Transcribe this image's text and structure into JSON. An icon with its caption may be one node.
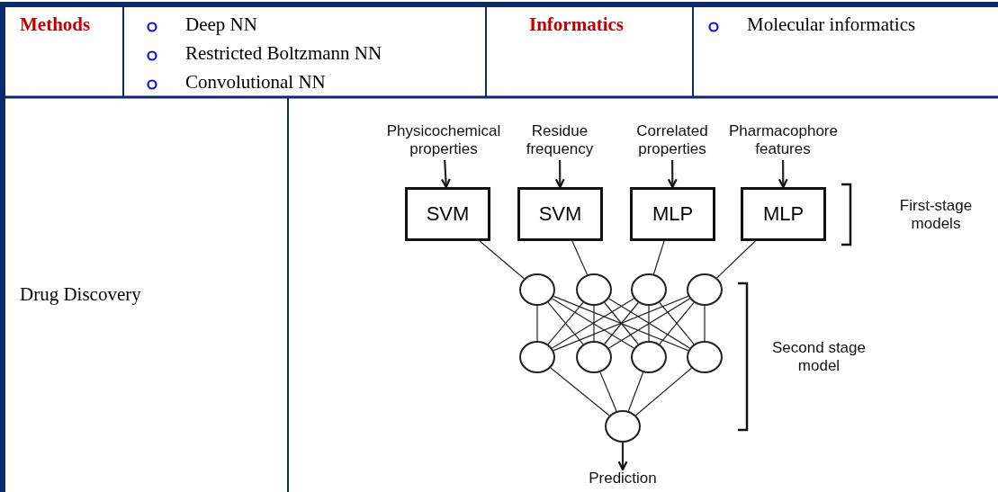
{
  "diagram": {
    "nodes": [
      {
        "text": [
          "Physicochemical properties"
        ]
      },
      {
        "text": [
          "Residue frequency"
        ]
      },
      {
        "text": [
          "Correlated properties"
        ]
      },
      {
        "text": [
          "Pharmacophore features"
        ]
      },
      {
        "text": [
          "SVM"
        ]
      },
      {
        "text": [
          "SVM"
        ]
      },
      {
        "text": [
          "MLP"
        ]
      },
      {
        "text": [
          "MLP"
        ]
      },
      {
        "text": [],
        "shape": "circle"
      },
      {
        "text": [],
        "shape": "circle"
      },
      {
        "text": [],
        "shape": "circle"
      },
      {
        "text": [],
        "shape": "circle"
      },
      {
        "text": [],
        "shape": "circle"
      },
      {
        "text": [],
        "shape": "circle"
      },
      {
        "text": [],
        "shape": "circle"
      },
      {
        "text": [],
        "shape": "circle"
      },
      {
        "text": [],
        "shape": "circle"
      },
      {
        "text": [
          "Prediction"
        ]
      }
    ],
    "edges": [
      {
        "from": 0,
        "to": 4,
        "arrow": "to"
      },
      {
        "from": 1,
        "to": 5,
        "arrow": "to"
      },
      {
        "from": 2,
        "to": 6,
        "arrow": "to"
      },
      {
        "from": 3,
        "to": 7,
        "arrow": "to"
      },
      {
        "from": 4,
        "to": 8,
        "arrow": "none"
      },
      {
        "from": 5,
        "to": 9,
        "arrow": "none"
      },
      {
        "from": 6,
        "to": 10,
        "arrow": "none"
      },
      {
        "from": 7,
        "to": 11,
        "arrow": "none"
      },
      {
        "from": 8,
        "to": 12,
        "arrow": "none"
      },
      {
        "from": 8,
        "to": 13,
        "arrow": "none"
      },
      {
        "from": 8,
        "to": 14,
        "arrow": "none"
      },
      {
        "from": 8,
        "to": 15,
        "arrow": "none"
      },
      {
        "from": 9,
        "to": 12,
        "arrow": "none"
      },
      {
        "from": 9,
        "to": 13,
        "arrow": "none"
      },
      {
        "from": 9,
        "to": 14,
        "arrow": "none"
      },
      {
        "from": 9,
        "to": 15,
        "arrow": "none"
      },
      {
        "from": 10,
        "to": 12,
        "arrow": "none"
      },
      {
        "from": 10,
        "to": 13,
        "arrow": "none"
      },
      {
        "from": 10,
        "to": 14,
        "arrow": "none"
      },
      {
        "from": 10,
        "to": 15,
        "arrow": "none"
      },
      {
        "from": 11,
        "to": 12,
        "arrow": "none"
      },
      {
        "from": 11,
        "to": 13,
        "arrow": "none"
      },
      {
        "from": 11,
        "to": 14,
        "arrow": "none"
      },
      {
        "from": 11,
        "to": 15,
        "arrow": "none"
      },
      {
        "from": 12,
        "to": 16,
        "arrow": "none"
      },
      {
        "from": 13,
        "to": 16,
        "arrow": "none"
      },
      {
        "from": 14,
        "to": 16,
        "arrow": "none"
      },
      {
        "from": 15,
        "to": 16,
        "arrow": "none"
      },
      {
        "from": 16,
        "to": 17,
        "arrow": "to"
      }
    ],
    "labels": [
      "Methods",
      "Deep NN",
      "Restricted Boltzmann NN",
      "Convolutional NN",
      "Informatics",
      "Molecular informatics",
      "Drug Discovery",
      "First-stage models",
      "Second stage model"
    ]
  }
}
